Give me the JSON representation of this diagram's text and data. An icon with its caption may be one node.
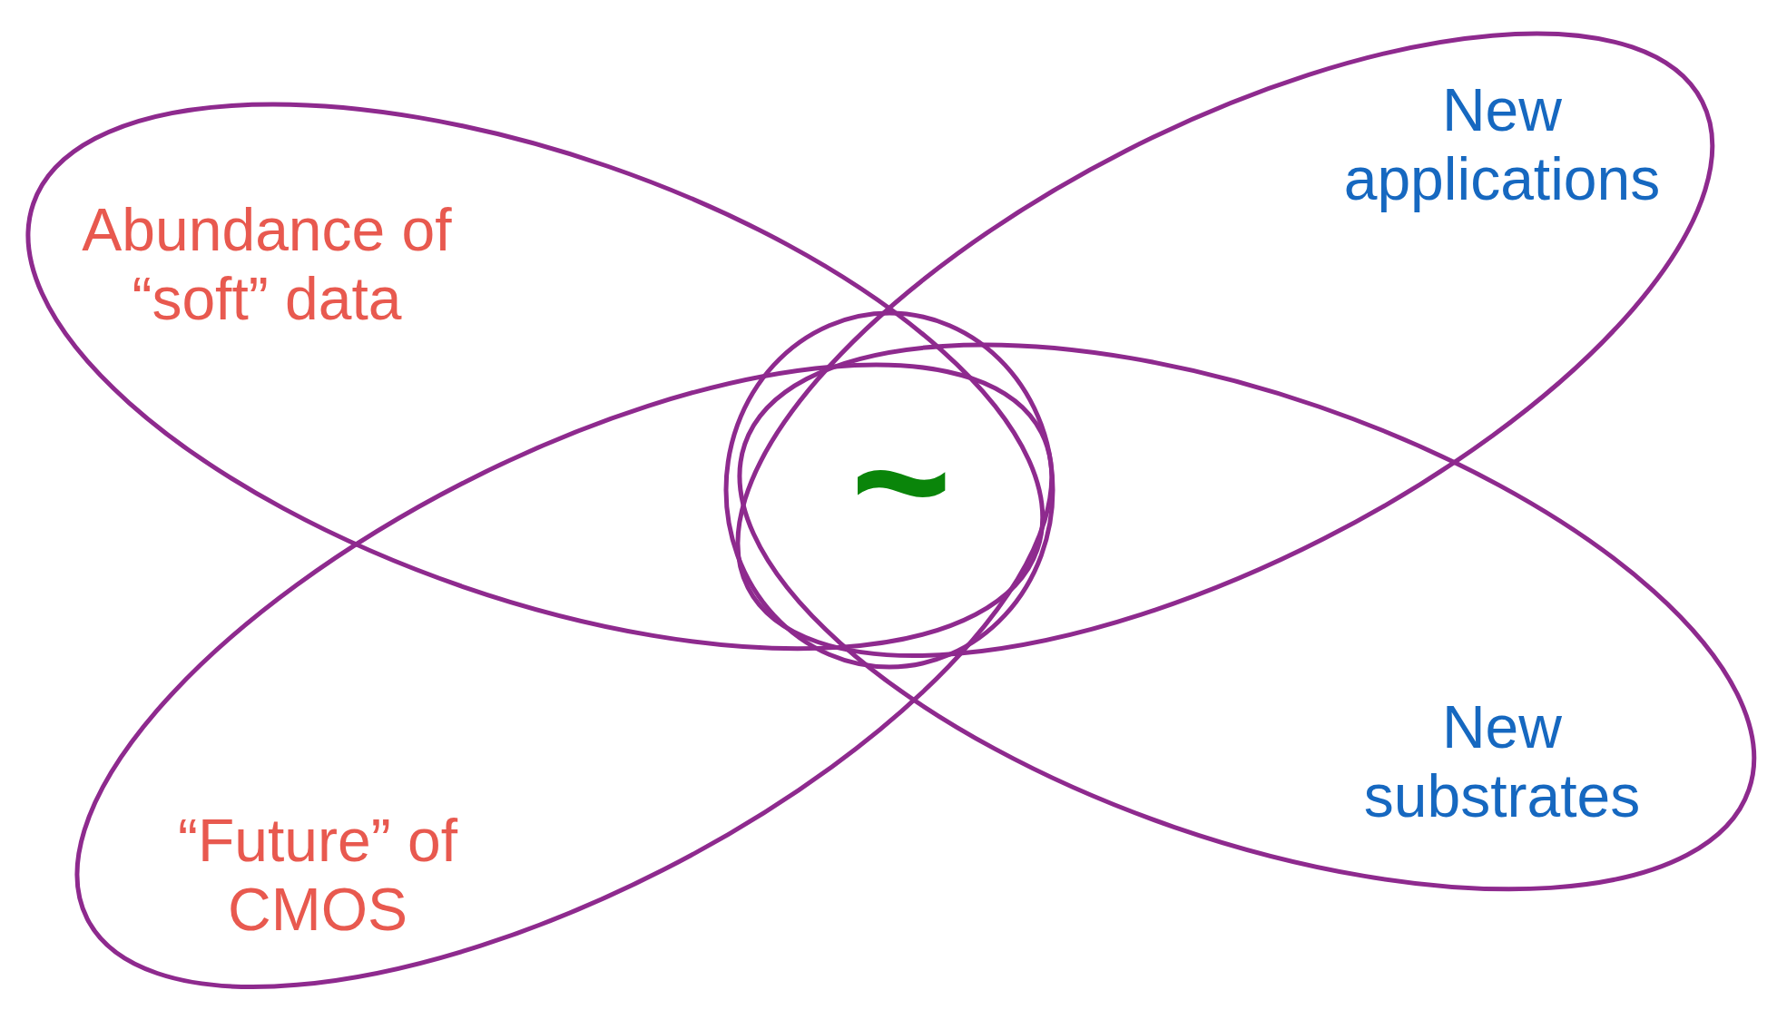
{
  "diagram": {
    "nodes": [
      {
        "text": [
          "Abundance of “soft” data"
        ]
      },
      {
        "text": [
          "New applications"
        ]
      },
      {
        "text": [
          "“Future” of CMOS"
        ]
      },
      {
        "text": [
          "New substrates"
        ]
      },
      {
        "text": [
          "~"
        ]
      }
    ]
  }
}
